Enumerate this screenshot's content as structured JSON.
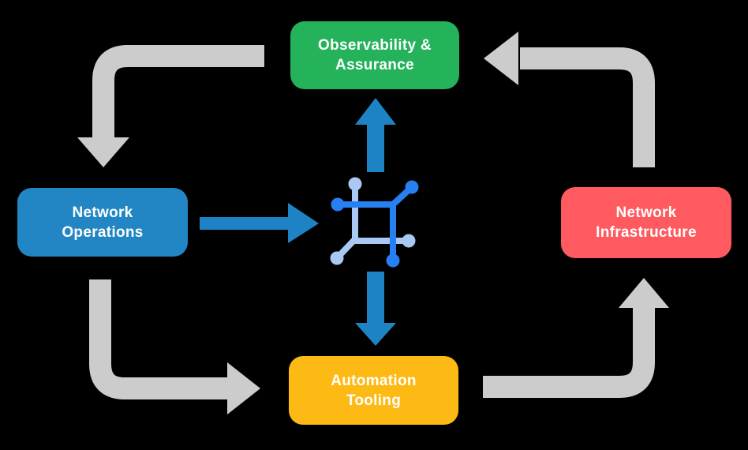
{
  "diagram": {
    "background_color": "#000000",
    "text_color": "#ffffff",
    "colors": {
      "arrow_gray": "#cccccc",
      "arrow_blue": "#1e83c5"
    },
    "nodes": [
      {
        "id": "observability-assurance",
        "label": "Observability &\nAssurance",
        "color": "#24b25b"
      },
      {
        "id": "network-operations",
        "label": "Network\nOperations",
        "color": "#2186c3"
      },
      {
        "id": "network-infrastructure",
        "label": "Network\nInfrastructure",
        "color": "#fe5a5f"
      },
      {
        "id": "automation-tooling",
        "label": "Automation\nTooling",
        "color": "#fdb914"
      }
    ],
    "center_icon": {
      "name": "network-automation-platform-icon",
      "dark_color": "#2680f2",
      "light_color": "#a9c9f4"
    },
    "gray_arrows": [
      {
        "from": "observability-assurance",
        "to": "network-operations"
      },
      {
        "from": "network-operations",
        "to": "automation-tooling"
      },
      {
        "from": "automation-tooling",
        "to": "network-infrastructure"
      },
      {
        "from": "network-infrastructure",
        "to": "observability-assurance"
      }
    ],
    "blue_arrows": [
      {
        "from": "network-operations",
        "to": "center-icon"
      },
      {
        "from": "center-icon",
        "to": "observability-assurance"
      },
      {
        "from": "center-icon",
        "to": "automation-tooling"
      }
    ]
  }
}
